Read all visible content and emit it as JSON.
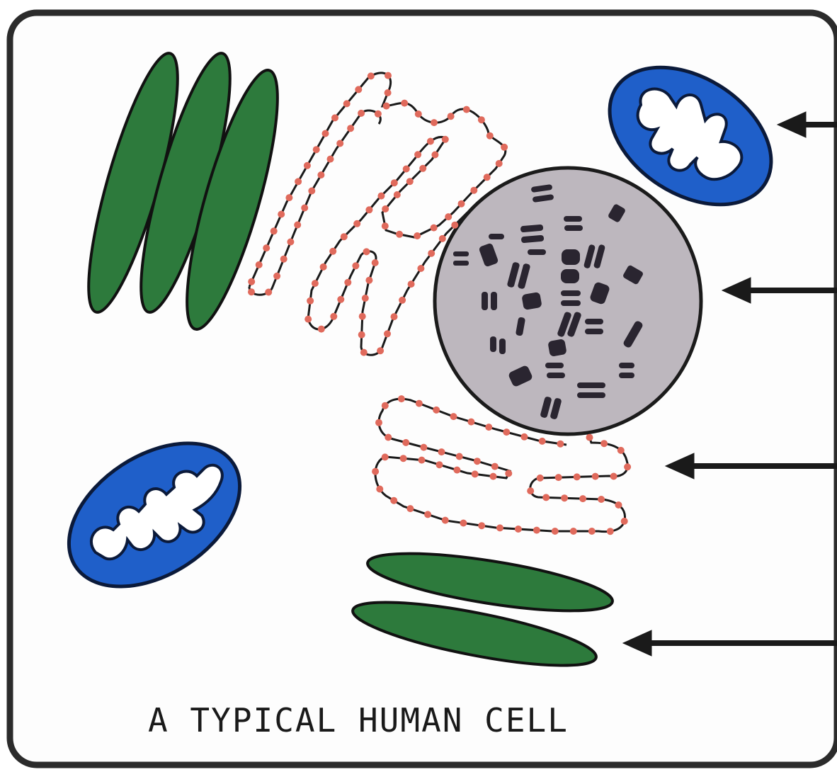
{
  "diagram": {
    "caption": "A TYPICAL HUMAN CELL"
  },
  "colors": {
    "membrane": "#2b2b2b",
    "golgi_green": "#2d7a3c",
    "mitochondria_blue": "#1f5fc9",
    "nucleus_fill": "#bdb7be",
    "chromosome": "#2a2530",
    "er_line": "#1a1a1a",
    "ribosome": "#e06a5c"
  },
  "icons": [
    "cell-membrane",
    "golgi-apparatus",
    "mitochondrion",
    "nucleus",
    "chromosome",
    "rough-endoplasmic-reticulum",
    "ribosome",
    "pointer-arrow"
  ],
  "pointer_arrows": [
    {
      "target": "mitochondrion"
    },
    {
      "target": "nucleus"
    },
    {
      "target": "rough-endoplasmic-reticulum"
    },
    {
      "target": "golgi-apparatus"
    }
  ]
}
